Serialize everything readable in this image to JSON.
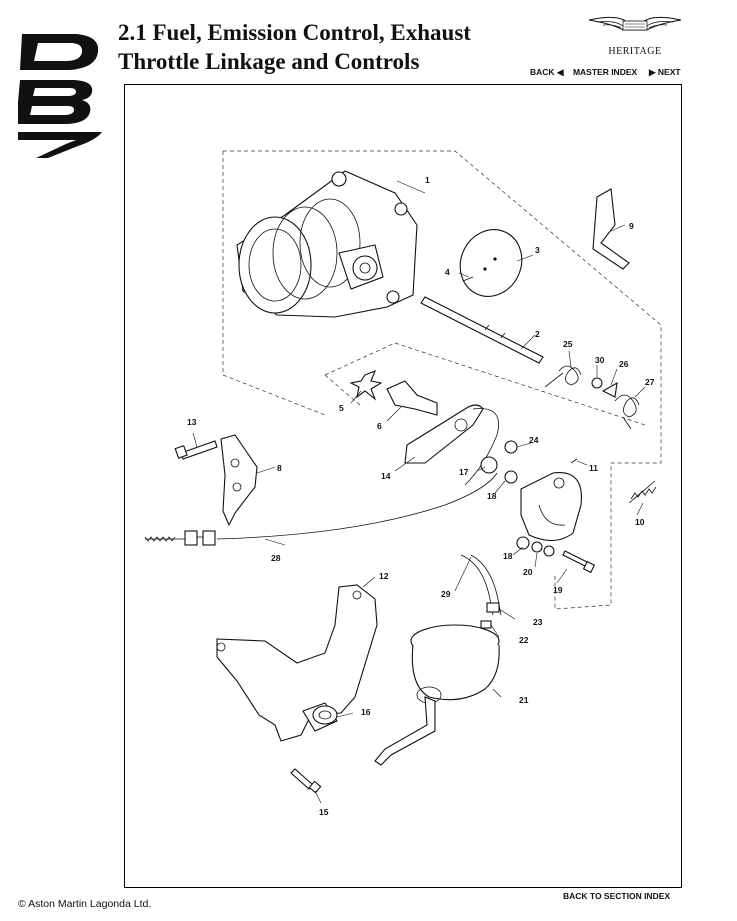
{
  "header": {
    "title_line1": "2.1 Fuel, Emission Control, Exhaust",
    "title_line2": "Throttle Linkage and Controls",
    "brand_sub": "HERITAGE"
  },
  "nav": {
    "back": "BACK",
    "master_index": "MASTER INDEX",
    "next": "NEXT"
  },
  "footer": {
    "copyright": "© Aston Martin Lagonda Ltd.",
    "back_to_section": "BACK TO SECTION INDEX"
  },
  "callouts": [
    "1",
    "2",
    "3",
    "4",
    "5",
    "6",
    "8",
    "9",
    "10",
    "11",
    "12",
    "13",
    "14",
    "15",
    "16",
    "17",
    "18",
    "18",
    "19",
    "20",
    "21",
    "22",
    "23",
    "24",
    "25",
    "26",
    "27",
    "28",
    "29",
    "30"
  ]
}
